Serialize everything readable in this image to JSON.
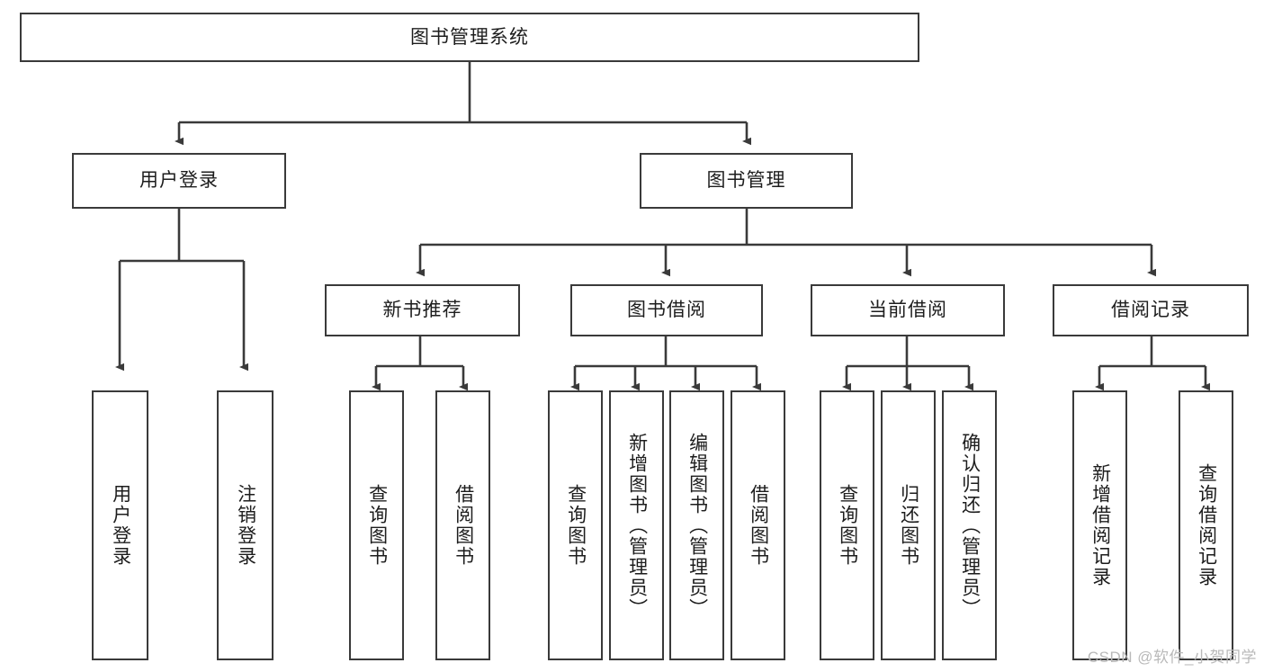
{
  "diagram": {
    "title": "图书管理系统",
    "type": "tree",
    "colors": {
      "stroke": "#3a3a3a",
      "fill": "#ffffff",
      "text": "#1d1d1d",
      "watermark": "#b9b9b9"
    },
    "nodes": {
      "root": "图书管理系统",
      "level2": [
        "用户登录",
        "图书管理"
      ],
      "level3": [
        "新书推荐",
        "图书借阅",
        "当前借阅",
        "借阅记录"
      ],
      "leaves": [
        "用户登录",
        "注销登录",
        "查询图书",
        "借阅图书",
        "查询图书",
        "新增图书（管理员）",
        "编辑图书（管理员）",
        "借阅图书",
        "查询图书",
        "归还图书",
        "确认归还（管理员）",
        "新增借阅记录",
        "查询借阅记录"
      ]
    },
    "structure": {
      "图书管理系统": [
        "用户登录",
        "图书管理"
      ],
      "用户登录": [
        "用户登录",
        "注销登录"
      ],
      "图书管理": [
        "新书推荐",
        "图书借阅",
        "当前借阅",
        "借阅记录"
      ],
      "新书推荐": [
        "查询图书",
        "借阅图书"
      ],
      "图书借阅": [
        "查询图书",
        "新增图书（管理员）",
        "编辑图书（管理员）",
        "借阅图书"
      ],
      "当前借阅": [
        "查询图书",
        "归还图书",
        "确认归还（管理员）"
      ],
      "借阅记录": [
        "新增借阅记录",
        "查询借阅记录"
      ]
    }
  },
  "watermark": "CSDN @软件_小贺同学"
}
